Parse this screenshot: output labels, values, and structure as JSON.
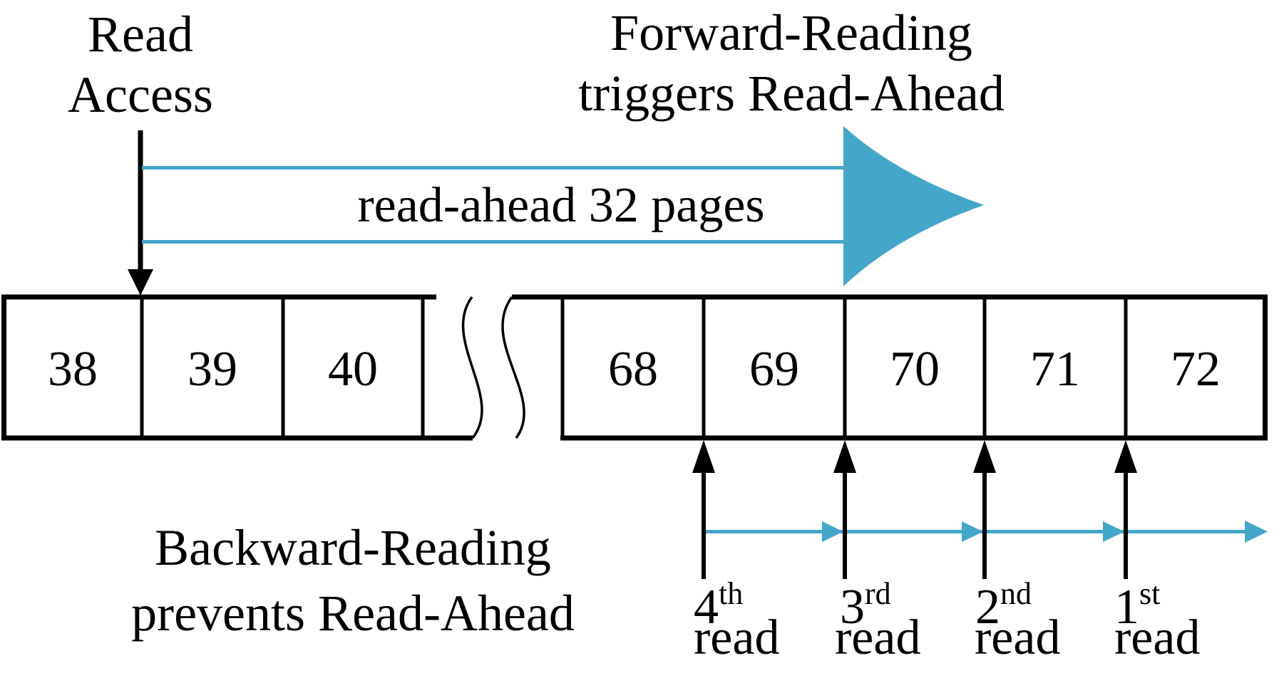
{
  "colors": {
    "accent_teal": "#44a6c9",
    "ink": "#000000",
    "background": "#ffffff"
  },
  "top": {
    "read_access_line1": "Read",
    "read_access_line2": "Access",
    "forward_line1": "Forward-Reading",
    "forward_line2": "triggers Read-Ahead",
    "read_ahead_arrow_label": "read-ahead 32 pages"
  },
  "page_strip": {
    "left_pages": [
      "38",
      "39",
      "40"
    ],
    "right_pages": [
      "68",
      "69",
      "70",
      "71",
      "72"
    ]
  },
  "bottom": {
    "backward_line1": "Backward-Reading",
    "backward_line2": "prevents Read-Ahead",
    "reads": [
      {
        "ordinal": "4",
        "suffix": "th",
        "word": "read"
      },
      {
        "ordinal": "3",
        "suffix": "rd",
        "word": "read"
      },
      {
        "ordinal": "2",
        "suffix": "nd",
        "word": "read"
      },
      {
        "ordinal": "1",
        "suffix": "st",
        "word": "read"
      }
    ]
  }
}
